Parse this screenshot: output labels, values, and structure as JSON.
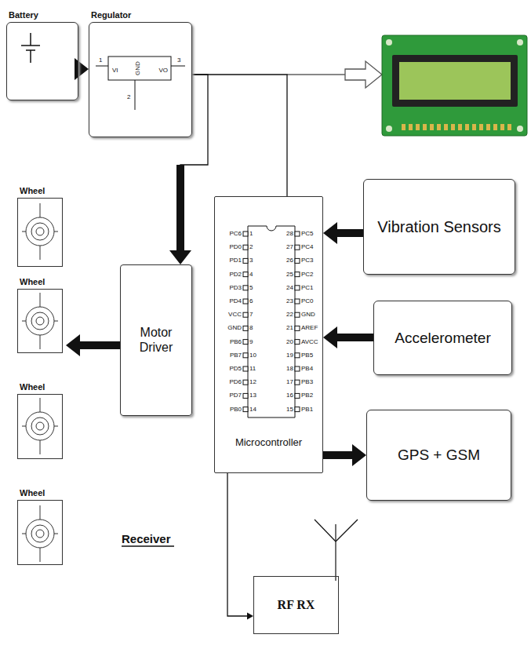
{
  "diagram": {
    "nodes": [
      {
        "text": [
          "Battery"
        ]
      },
      {
        "text": [
          "Regulator"
        ]
      },
      {
        "text": [
          "Microcontroller"
        ]
      },
      {
        "text": [
          "Vibration Sensors"
        ]
      },
      {
        "text": [
          "Motor Driver"
        ]
      },
      {
        "text": [
          "Accelerometer"
        ]
      },
      {
        "text": [
          "GPS + GSM"
        ]
      },
      {
        "text": [
          "Wheel"
        ]
      },
      {
        "text": [
          "Wheel"
        ]
      },
      {
        "text": [
          "Wheel"
        ]
      },
      {
        "text": [
          "Wheel"
        ]
      },
      {
        "text": [
          "RF RX"
        ]
      }
    ],
    "edges": [
      {
        "from": 0,
        "to": 1,
        "arrow": "to"
      },
      {
        "from": 1,
        "to": 2,
        "arrow": "none"
      },
      {
        "from": 1,
        "to": 4,
        "arrow": "to"
      },
      {
        "from": 3,
        "to": 2,
        "arrow": "to"
      },
      {
        "from": 5,
        "to": 2,
        "arrow": "to"
      },
      {
        "from": 2,
        "to": 6,
        "arrow": "to"
      },
      {
        "from": 4,
        "to": 8,
        "arrow": "to"
      },
      {
        "from": 2,
        "to": 11,
        "arrow": "to"
      }
    ],
    "labels": [
      "VI",
      "VO",
      "1",
      "3",
      "2",
      "GND",
      "PC6",
      "1",
      "28",
      "PC5",
      "PD0",
      "2",
      "27",
      "PC4",
      "PD1",
      "3",
      "26",
      "PC3",
      "PD2",
      "4",
      "25",
      "PC2",
      "PD3",
      "5",
      "24",
      "PC1",
      "PD4",
      "6",
      "23",
      "PC0",
      "VCC",
      "7",
      "22",
      "GND",
      "GND",
      "8",
      "21",
      "AREF",
      "PB6",
      "9",
      "20",
      "AVCC",
      "PB7",
      "10",
      "19",
      "PB5",
      "PD5",
      "11",
      "18",
      "PB4",
      "PD6",
      "12",
      "17",
      "PB3",
      "PD7",
      "13",
      "16",
      "PB2",
      "PB0",
      "14",
      "15",
      "PB1",
      "Receiver"
    ]
  }
}
